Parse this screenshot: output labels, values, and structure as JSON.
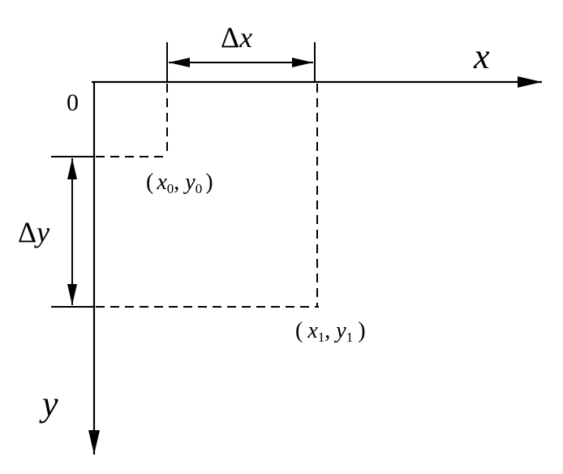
{
  "axes": {
    "x_label": "x",
    "y_label": "y",
    "origin_label": "0"
  },
  "delta_x": {
    "symbol": "Δ",
    "var": "x"
  },
  "delta_y": {
    "symbol": "Δ",
    "var": "y"
  },
  "point0": {
    "open": "(",
    "x_var": "x",
    "x_sub": "0",
    "sep": ", ",
    "y_var": "y",
    "y_sub": "0",
    "close": ")"
  },
  "point1": {
    "open": "(",
    "x_var": "x",
    "x_sub": "1",
    "sep": ", ",
    "y_var": "y",
    "y_sub": "1",
    "close": ")"
  },
  "colors": {
    "line": "#000000",
    "background": "#ffffff"
  }
}
